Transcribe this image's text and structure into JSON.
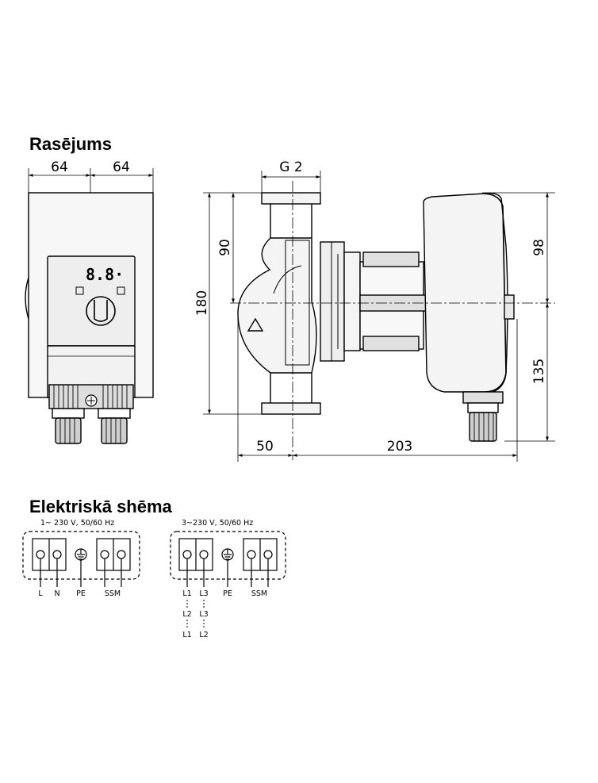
{
  "headings": {
    "drawing": "Rasējums",
    "wiring": "Elektriskā shēma"
  },
  "dimensions": {
    "front_left_width": "64",
    "front_right_width": "64",
    "connection_thread": "G 2",
    "inlet_to_axis": "90",
    "overall_height": "180",
    "axis_to_top": "98",
    "axis_to_bottom": "135",
    "inlet_to_pipe_axis": "50",
    "pipe_axis_to_end": "203"
  },
  "display": {
    "readout": "8.8·"
  },
  "wiring": {
    "single_phase": {
      "supply": "1~ 230 V, 50/60 Hz",
      "terminals": [
        "L",
        "N",
        "PE",
        "SSM"
      ]
    },
    "three_phase": {
      "supply": "3~230 V, 50/60 Hz",
      "terminals": [
        "L1",
        "L3",
        "PE",
        "SSM"
      ],
      "alt_row_1": [
        "L2",
        "L3"
      ],
      "alt_row_2": [
        "L1",
        "L2"
      ]
    }
  },
  "icons": [
    "ground-icon",
    "control-knob-icon",
    "flow-direction-icon"
  ],
  "colors": {
    "line": "#000000",
    "display_fill": "#eeeeee",
    "pump_fill": "#f4f4f4"
  }
}
